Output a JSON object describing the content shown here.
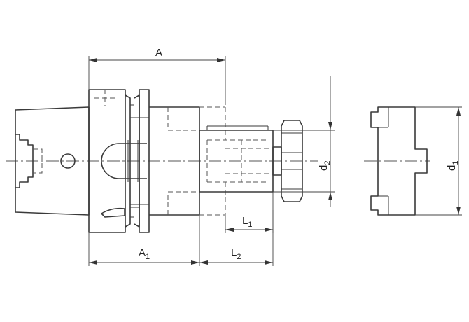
{
  "dimensions": {
    "A": {
      "base": "A",
      "sub": ""
    },
    "A1": {
      "base": "A",
      "sub": "1"
    },
    "L1": {
      "base": "L",
      "sub": "1"
    },
    "L2": {
      "base": "L",
      "sub": "2"
    },
    "d1": {
      "base": "d",
      "sub": "1"
    },
    "d2": {
      "base": "d",
      "sub": "2"
    }
  }
}
